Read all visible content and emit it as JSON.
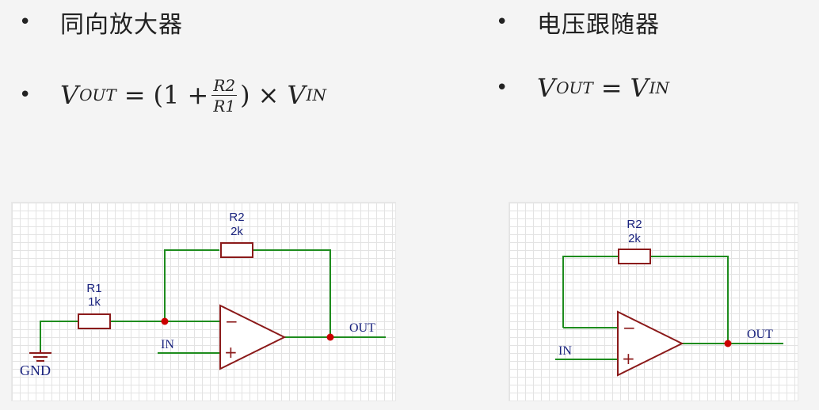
{
  "left": {
    "title": "同向放大器",
    "formula": {
      "lhs_var": "V",
      "lhs_sub": "OUT",
      "eq": "=",
      "open": "(1 +",
      "frac_num": "R2",
      "frac_den": "R1",
      "close": ")",
      "times": "×",
      "rhs_var": "V",
      "rhs_sub": "IN"
    },
    "circuit": {
      "r1_name": "R1",
      "r1_value": "1k",
      "r2_name": "R2",
      "r2_value": "2k",
      "out_label": "OUT",
      "in_label": "IN",
      "gnd_label": "GND",
      "minus": "−",
      "plus": "+"
    }
  },
  "right": {
    "title": "电压跟随器",
    "formula": {
      "lhs_var": "V",
      "lhs_sub": "OUT",
      "eq": "=",
      "rhs_var": "V",
      "rhs_sub": "IN"
    },
    "circuit": {
      "r2_name": "R2",
      "r2_value": "2k",
      "out_label": "OUT",
      "in_label": "IN",
      "minus": "−",
      "plus": "+"
    }
  },
  "bullet": "•",
  "colors": {
    "wire": "#1e8c1e",
    "component": "#8b1a1a",
    "junction": "#cc0000",
    "label": "#1a237e"
  }
}
